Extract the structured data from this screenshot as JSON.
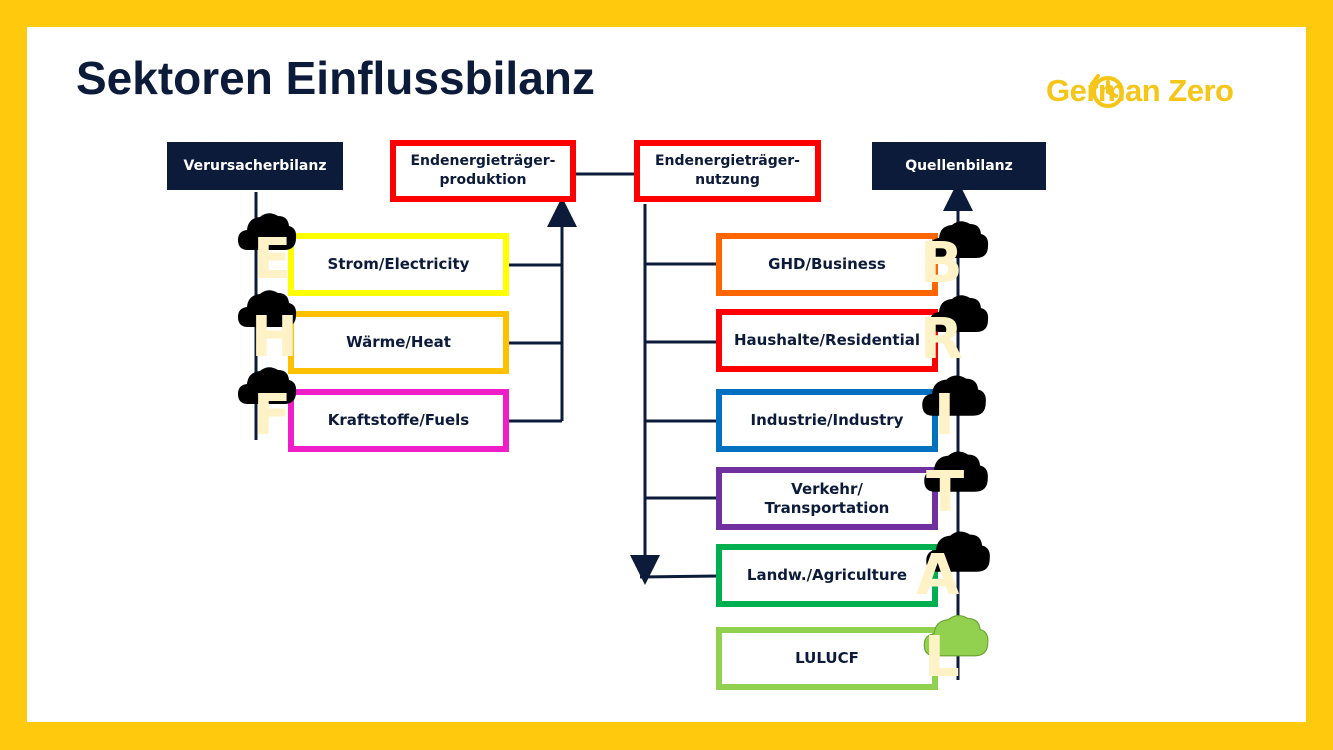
{
  "title": "Sektoren Einflussbilanz",
  "logo": {
    "text": "German Zero",
    "color": "#F5C518"
  },
  "headers": {
    "verursacher": "Verursacherbilanz",
    "produktion": "Endenergieträger-\nproduktion",
    "nutzung": "Endenergieträger-\nnutzung",
    "quellen": "Quellenbilanz"
  },
  "energy_carriers": [
    {
      "label": "Strom/Electricity",
      "letter": "E",
      "color": "#FFFF00"
    },
    {
      "label": "Wärme/Heat",
      "letter": "H",
      "color": "#FFC000"
    },
    {
      "label": "Kraftstoffe/Fuels",
      "letter": "F",
      "color": "#F01EC8"
    }
  ],
  "sectors": [
    {
      "label": "GHD/Business",
      "letter": "B",
      "color": "#FF6600"
    },
    {
      "label": "Haushalte/Residential",
      "letter": "R",
      "color": "#FF0000"
    },
    {
      "label": "Industrie/Industry",
      "letter": "I",
      "color": "#0070C0"
    },
    {
      "label": "Verkehr/\nTransportation",
      "letter": "T",
      "color": "#7030A0"
    },
    {
      "label": "Landw./Agriculture",
      "letter": "A",
      "color": "#00B050"
    },
    {
      "label": "LULUCF",
      "letter": "L",
      "color": "#92D050"
    }
  ],
  "colors": {
    "red": "#FF0000",
    "navy": "#0d1b3a",
    "cloud_black": "#000000",
    "cloud_green": "#92D050",
    "background": "#FFC90E"
  }
}
